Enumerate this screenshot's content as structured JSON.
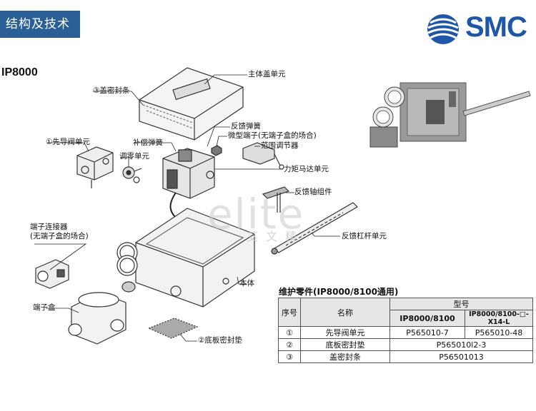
{
  "header": {
    "title": "结构及技术"
  },
  "brand": {
    "logo_text": "SMC",
    "color": "#1f57a8",
    "badge_color": "#2a5f96"
  },
  "model": {
    "title": "IP8000"
  },
  "labels": {
    "main_cover": "主体盖单元",
    "cover_gasket": "③盖密封条",
    "pilot_valve": "①先导阀单元",
    "feedback_spring": "反馈弹簧",
    "micro_terminal": "微型端子(无端子盒的场合)",
    "range_adjuster": "范围调节器",
    "compensation_spring": "补偿弹簧",
    "zero_adjust": "调零单元",
    "torque_motor": "力矩马达单元",
    "feedback_shaft": "反馈轴组件",
    "terminal_connector_1": "端子连接器",
    "terminal_connector_2": "(无端子盒的场合)",
    "feedback_lever": "反馈杠杆单元",
    "body": "本体",
    "terminal_box": "端子盒",
    "base_gasket": "②底板密封垫"
  },
  "watermark": {
    "big": "elite",
    "small": "艾 文 精"
  },
  "parts_table": {
    "title": "维护零件(IP8000/8100通用)",
    "headers": {
      "no": "序号",
      "name": "名称",
      "model": "型号",
      "col1": "IP8000/8100",
      "col2": "IP8000/8100-□-X14-L"
    },
    "rows": [
      {
        "no": "①",
        "name": "先导阀单元",
        "p1": "P565010-7",
        "p2": "P565010-48"
      },
      {
        "no": "②",
        "name": "底板密封垫",
        "merged": "P565010l2-3"
      },
      {
        "no": "③",
        "name": "盖密封条",
        "merged": "P56501013"
      }
    ]
  }
}
